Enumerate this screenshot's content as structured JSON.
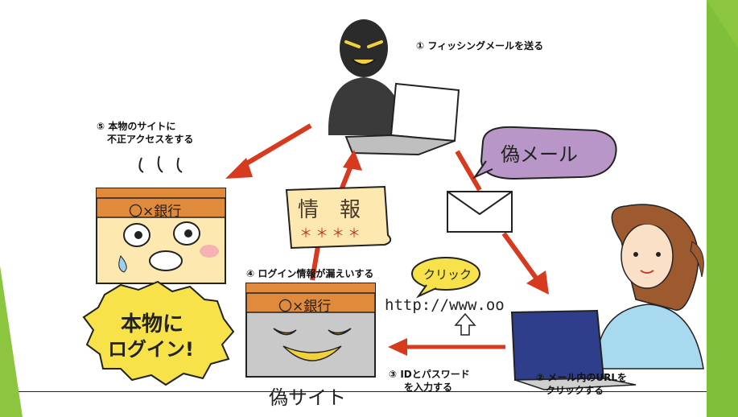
{
  "steps": {
    "step1": "① フィッシングメールを送る",
    "step2_line1": "② メール内のURLを",
    "step2_line2": "クリックする",
    "step3_line1": "③ IDとパスワード",
    "step3_line2": "を入力する",
    "step4": "④ ログイン情報が漏えいする",
    "step5_line1": "⑤ 本物のサイトに",
    "step5_line2": "不正アクセスをする"
  },
  "illustration": {
    "fake_mail": "偽メール",
    "info_card_title": "情　報",
    "info_card_mask": "＊＊＊＊",
    "real_bank_title": "〇×銀行",
    "fake_bank_title": "〇×銀行",
    "fake_site": "偽サイト",
    "login_bubble_line1": "本物に",
    "login_bubble_line2": "ログイン!",
    "click_bubble": "クリック",
    "url_text": "http://www.oo"
  },
  "colors": {
    "arrow": "#d63a1f",
    "bank_header": "#e08a3c",
    "yellow": "#f7e24a",
    "card": "#fde9b0",
    "frame_green": "#8cc63f"
  }
}
